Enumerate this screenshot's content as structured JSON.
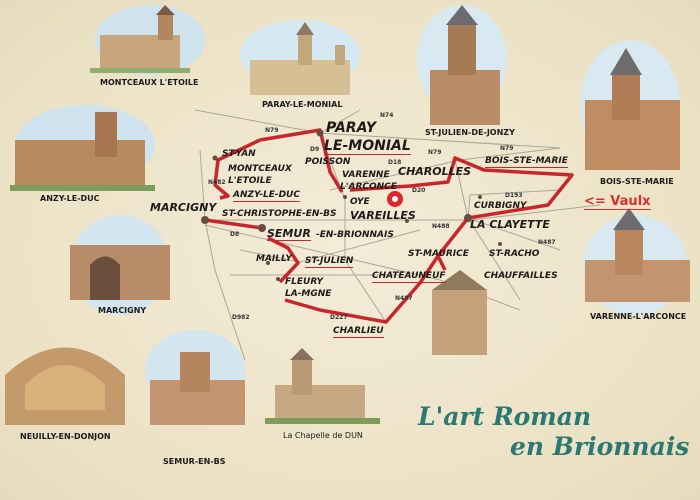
{
  "title": {
    "line1": "L'art Roman",
    "line2": "en Brionnais"
  },
  "vaulx_label": "<= Vaulx",
  "colors": {
    "route": "#c8262a",
    "title": "#2a7a73",
    "background": "#efe6cf",
    "roads": "#9a9a8a"
  },
  "captions": {
    "montceaux": "MONTCEAUX L'ETOILE",
    "paray": "PARAY-LE-MONIAL",
    "stjulien_jonzy": "ST-JULIEN-DE-JONZY",
    "anzy": "ANZY-LE-DUC",
    "bois": "BOIS-STE-MARIE",
    "marcigny": "MARCIGNY",
    "varenne": "VARENNE-L'ARCONCE",
    "neuilly": "NEUILLY-EN-DONJON",
    "semur": "SEMUR-EN-BS",
    "dun": "La Chapelle de DUN"
  },
  "towns": {
    "paray1": "PARAY",
    "paray2": "LE-MONIAL",
    "styan": "ST-YAN",
    "montceaux1": "MONTCEAUX",
    "montceaux2": "L'ETOILE",
    "anzy": "ANZY-LE-DUC",
    "marcigny": "MARCIGNY",
    "stchristophe": "ST-CHRISTOPHE-EN-BS",
    "semur1": "SEMUR",
    "semur2": "-EN-BRIONNAIS",
    "poisson": "POISSON",
    "varenne1": "VARENNE",
    "varenne2": "L'ARCONCE",
    "oye": "OYE",
    "vareilles": "VAREILLES",
    "charolles": "CHAROLLES",
    "bois": "BOIS-STE-MARIE",
    "curbigny": "CURBIGNY",
    "clayette": "LA CLAYETTE",
    "stmaurice": "ST-MAURICE",
    "stracho": "ST-RACHO",
    "chateauneuf": "CHATEAUNEUF",
    "chauffailles": "CHAUFFAILLES",
    "mailly": "MAILLY",
    "stjulien": "ST-JULIEN",
    "fleury1": "FLEURY",
    "fleury2": "LA-MGNE",
    "charlieu": "CHARLIEU"
  },
  "roads": {
    "n79a": "N79",
    "n74": "N74",
    "n79b": "N79",
    "d18": "D18",
    "d20": "D20",
    "d193": "D193",
    "n488": "N488",
    "n487": "N487",
    "d8": "D8",
    "d9": "D9",
    "n482": "N482",
    "d227": "D227",
    "n487b": "N487",
    "d982": "D982",
    "n79c": "N79"
  },
  "marker_icon": "location-target-icon"
}
